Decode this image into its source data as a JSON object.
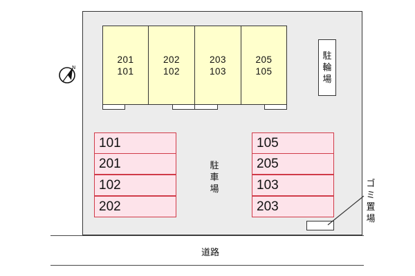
{
  "units": [
    {
      "upper": "201",
      "lower": "101"
    },
    {
      "upper": "202",
      "lower": "102"
    },
    {
      "upper": "203",
      "lower": "103"
    },
    {
      "upper": "205",
      "lower": "105"
    }
  ],
  "bicycle_parking": [
    "駐",
    "輪",
    "場"
  ],
  "parking_label": [
    "駐",
    "車",
    "場"
  ],
  "parking_left": [
    "101",
    "201",
    "102",
    "202"
  ],
  "parking_right": [
    "105",
    "205",
    "103",
    "203"
  ],
  "garbage_label": [
    "ゴ",
    "ミ",
    "置",
    "場"
  ],
  "road_label": "道路",
  "north_label": "N",
  "colors": {
    "unit_fill": "#ffffcc",
    "parking_fill": "#fde3ea",
    "parking_border": "#d03a48",
    "lot_fill": "#ececec"
  }
}
